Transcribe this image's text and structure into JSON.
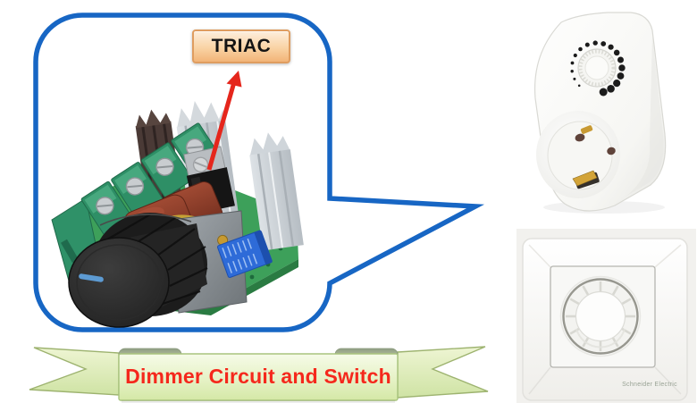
{
  "figure": {
    "callout_label": "TRIAC",
    "banner_title": "Dimmer Circuit and Switch",
    "wall_dimmer_brand": "Schneider Electric"
  },
  "images": {
    "circuit_board": "triac-dimmer-circuit-board-photo",
    "plug_dimmer": "plug-in-socket-dimmer-photo",
    "wall_dimmer": "wall-rotary-dimmer-switch-photo"
  },
  "colors": {
    "bubble_border": "#1766c4",
    "arrow_red": "#e5261c",
    "callout_border": "#df9d60",
    "callout_fill_top": "#fdeedd",
    "callout_fill_bottom": "#f2b478",
    "banner_text": "#f5281c",
    "ribbon_fill_light": "#f6fbe8",
    "ribbon_fill_dark": "#d4e8a6",
    "ribbon_border": "#9db36f",
    "pcb_green": "#3da05a",
    "terminal_green": "#2e8f66",
    "capacitor_red": "#94402c",
    "trimmer_blue": "#2e6bd8",
    "knob_black": "#242424",
    "gold_ring": "#c5a336"
  }
}
